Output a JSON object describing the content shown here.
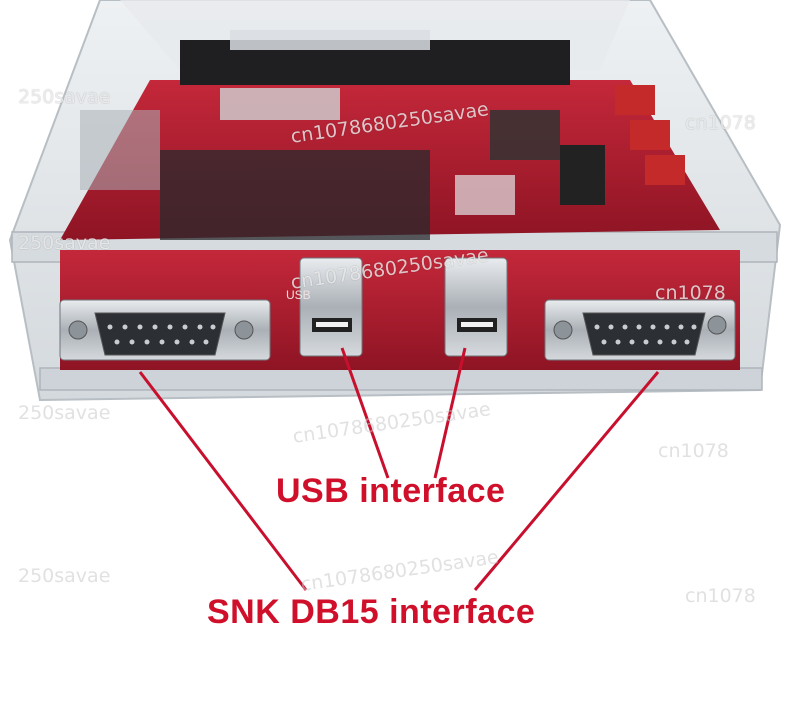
{
  "labels": {
    "usb": "USB interface",
    "db15": "SNK DB15 interface",
    "board_usb": "USB"
  },
  "watermark": {
    "text_a": "cn1078680250savae",
    "text_b": "250savae",
    "text_c": "cn1078"
  },
  "colors": {
    "callout": "#d0102a",
    "pcb": "#b0192a",
    "case": "#dfe3e6"
  },
  "icons": [
    "db15-connector-icon",
    "usb-port-icon"
  ]
}
